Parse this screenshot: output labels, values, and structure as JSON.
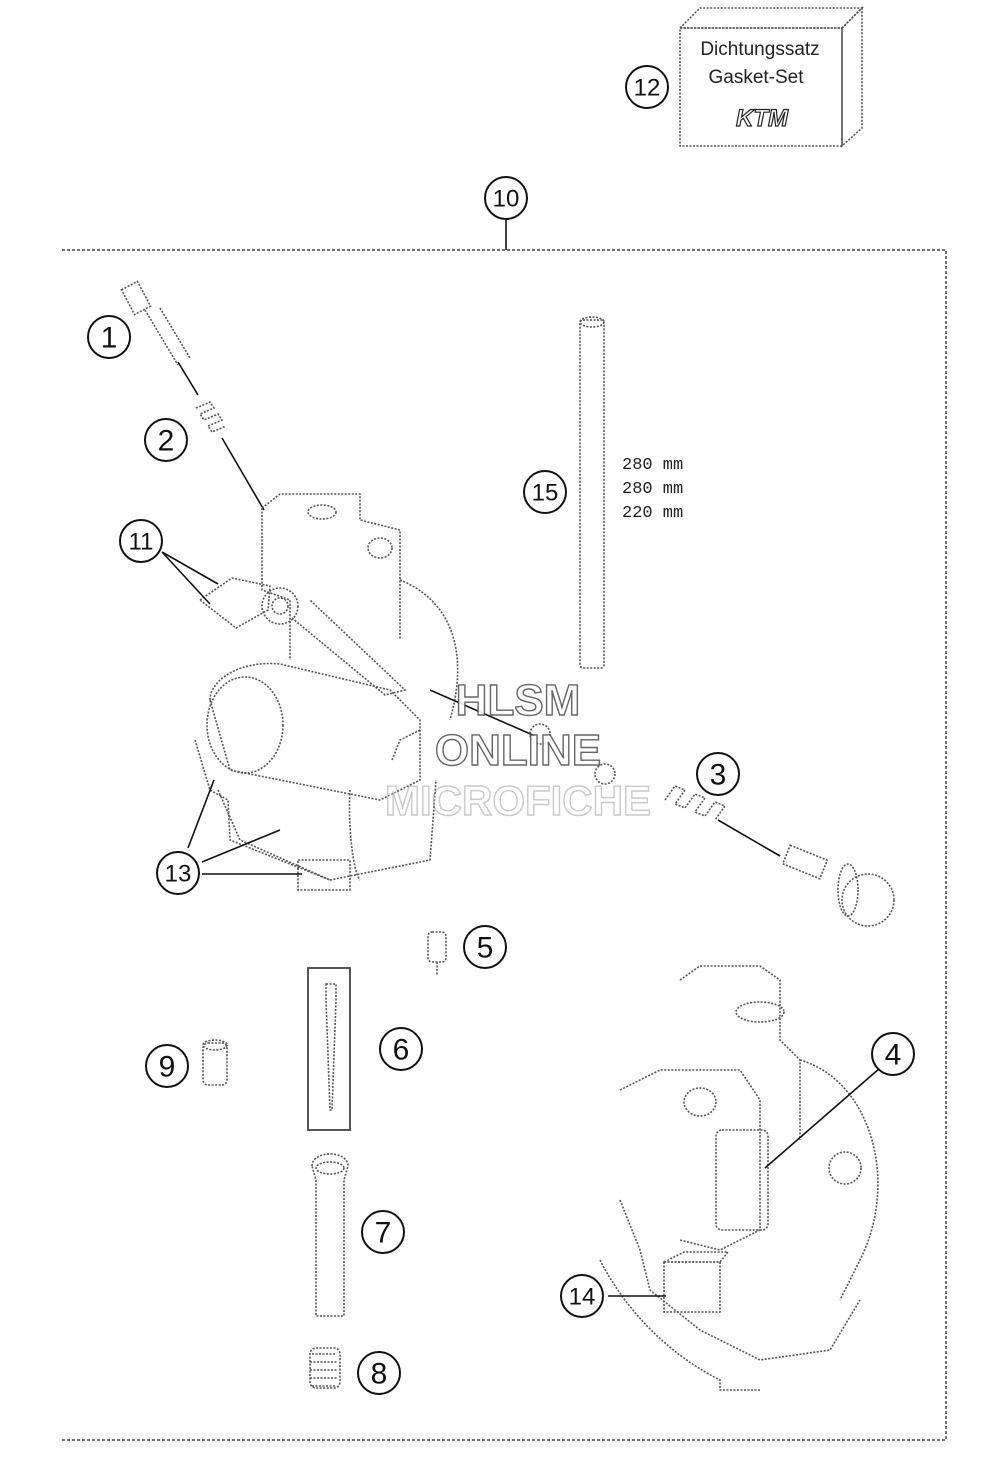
{
  "gasket_box": {
    "line1": "Dichtungssatz",
    "line2": "Gasket-Set",
    "logo": "KTM"
  },
  "callouts": {
    "c1": "1",
    "c2": "2",
    "c3": "3",
    "c4": "4",
    "c5": "5",
    "c6": "6",
    "c7": "7",
    "c8": "8",
    "c9": "9",
    "c10": "10",
    "c11": "11",
    "c12": "12",
    "c13": "13",
    "c14": "14",
    "c15": "15"
  },
  "tube_lengths": [
    "280 mm",
    "280 mm",
    "220 mm"
  ],
  "watermark": {
    "line1": "HLSM",
    "line2": "ONLINE",
    "line3": "MICROFICHE"
  }
}
